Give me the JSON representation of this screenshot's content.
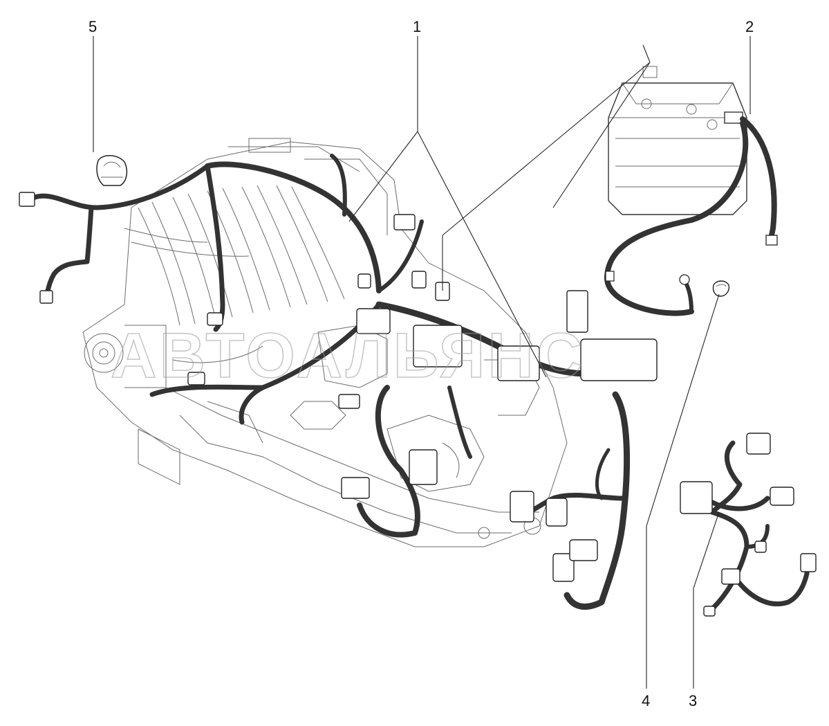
{
  "callouts": [
    {
      "id": "1",
      "label": "1"
    },
    {
      "id": "2",
      "label": "2"
    },
    {
      "id": "3",
      "label": "3"
    },
    {
      "id": "4",
      "label": "4"
    },
    {
      "id": "5",
      "label": "5"
    }
  ],
  "watermark": "АВТОАЛЬЯНС",
  "colors": {
    "ink": "#222222",
    "background": "#ffffff",
    "watermark": "#9a9a9a"
  }
}
